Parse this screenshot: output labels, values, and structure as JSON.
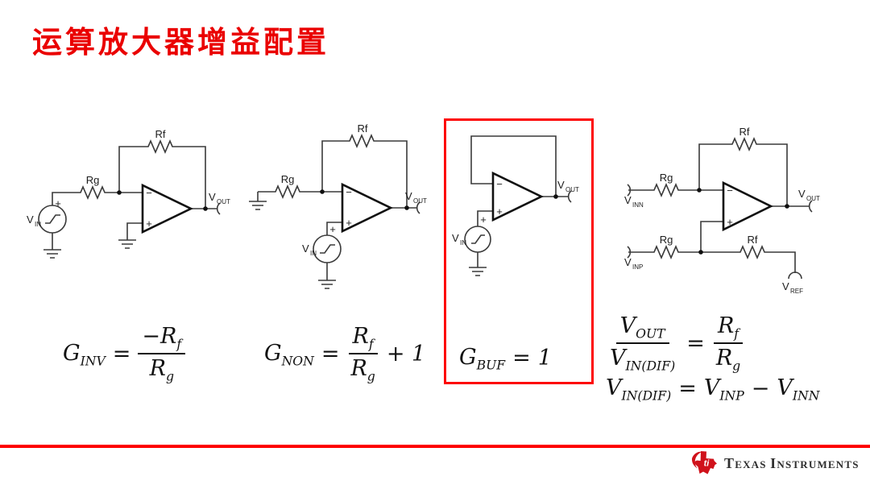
{
  "title": "运算放大器增益配置",
  "colors": {
    "title_red": "#ea0000",
    "highlight_box_red": "#fd0505",
    "bottom_bar_red": "#fe0000",
    "ti_logo_red": "#d0121b",
    "circuit_ink": "#1c1c1c"
  },
  "circuits": {
    "inverting": {
      "rg": "Rg",
      "rf": "Rf",
      "vin": "V",
      "vin_sub": "IN",
      "vout": "V",
      "vout_sub": "OUT",
      "src_plus": "+",
      "minus": "−",
      "plus": "+"
    },
    "non_inverting": {
      "rg": "Rg",
      "rf": "Rf",
      "vin": "V",
      "vin_sub": "IN",
      "vout": "V",
      "vout_sub": "OUT",
      "src_plus": "+",
      "minus": "−",
      "plus": "+"
    },
    "buffer": {
      "vin": "V",
      "vin_sub": "IN",
      "vout": "V",
      "vout_sub": "OUT",
      "src_plus": "+",
      "minus": "−",
      "plus": "+"
    },
    "differential": {
      "rg_top": "Rg",
      "rf_top": "Rf",
      "rg_bot": "Rg",
      "rf_bot": "Rf",
      "vinn": "V",
      "vinn_sub": "INN",
      "vinp": "V",
      "vinp_sub": "INP",
      "vout": "V",
      "vout_sub": "OUT",
      "vref": "V",
      "vref_sub": "REF",
      "minus": "−",
      "plus": "+"
    }
  },
  "formulas": {
    "ginv": {
      "lhs": "G",
      "lhs_sub": "INV",
      "rel": "=",
      "num": "−R",
      "num_sub": "f",
      "den": "R",
      "den_sub": "g"
    },
    "gnon": {
      "lhs": "G",
      "lhs_sub": "NON",
      "rel": "=",
      "num": "R",
      "num_sub": "f",
      "den": "R",
      "den_sub": "g",
      "tail": "+ 1"
    },
    "gbuf": {
      "lhs": "G",
      "lhs_sub": "BUF",
      "rel": "=",
      "rhs": "1"
    },
    "gdif_ratio": {
      "num1": "V",
      "num1_sub": "OUT",
      "den1": "V",
      "den1_sub": "IN(DIF)",
      "rel": "=",
      "num2": "R",
      "num2_sub": "f",
      "den2": "R",
      "den2_sub": "g"
    },
    "gdif_def": {
      "lhs": "V",
      "lhs_sub": "IN(DIF)",
      "rel": "=",
      "t1": "V",
      "t1_sub": "INP",
      "op": "−",
      "t2": "V",
      "t2_sub": "INN"
    }
  },
  "footer": {
    "logo_monogram": "ti",
    "brand_initial_1": "T",
    "brand_rest_1": "EXAS",
    "brand_initial_2": "I",
    "brand_rest_2": "NSTRUMENTS"
  }
}
